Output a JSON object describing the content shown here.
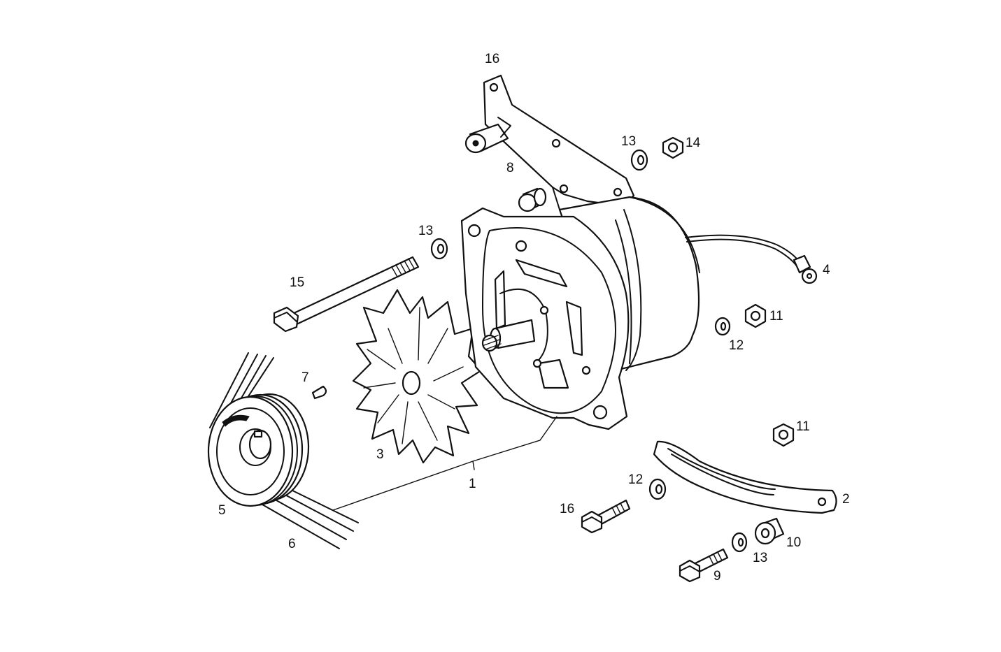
{
  "callouts": [
    {
      "id": "c1",
      "text": "1"
    },
    {
      "id": "c2",
      "text": "2"
    },
    {
      "id": "c3",
      "text": "3"
    },
    {
      "id": "c4",
      "text": "4"
    },
    {
      "id": "c5",
      "text": "5"
    },
    {
      "id": "c6",
      "text": "6"
    },
    {
      "id": "c7",
      "text": "7"
    },
    {
      "id": "c8",
      "text": "8"
    },
    {
      "id": "c9",
      "text": "9"
    },
    {
      "id": "c10",
      "text": "10"
    },
    {
      "id": "c11a",
      "text": "11"
    },
    {
      "id": "c11b",
      "text": "11"
    },
    {
      "id": "c12a",
      "text": "12"
    },
    {
      "id": "c12b",
      "text": "12"
    },
    {
      "id": "c13a",
      "text": "13"
    },
    {
      "id": "c13b",
      "text": "13"
    },
    {
      "id": "c13c",
      "text": "13"
    },
    {
      "id": "c14",
      "text": "14"
    },
    {
      "id": "c15",
      "text": "15"
    },
    {
      "id": "c16a",
      "text": "16"
    },
    {
      "id": "c16b",
      "text": "16"
    }
  ]
}
